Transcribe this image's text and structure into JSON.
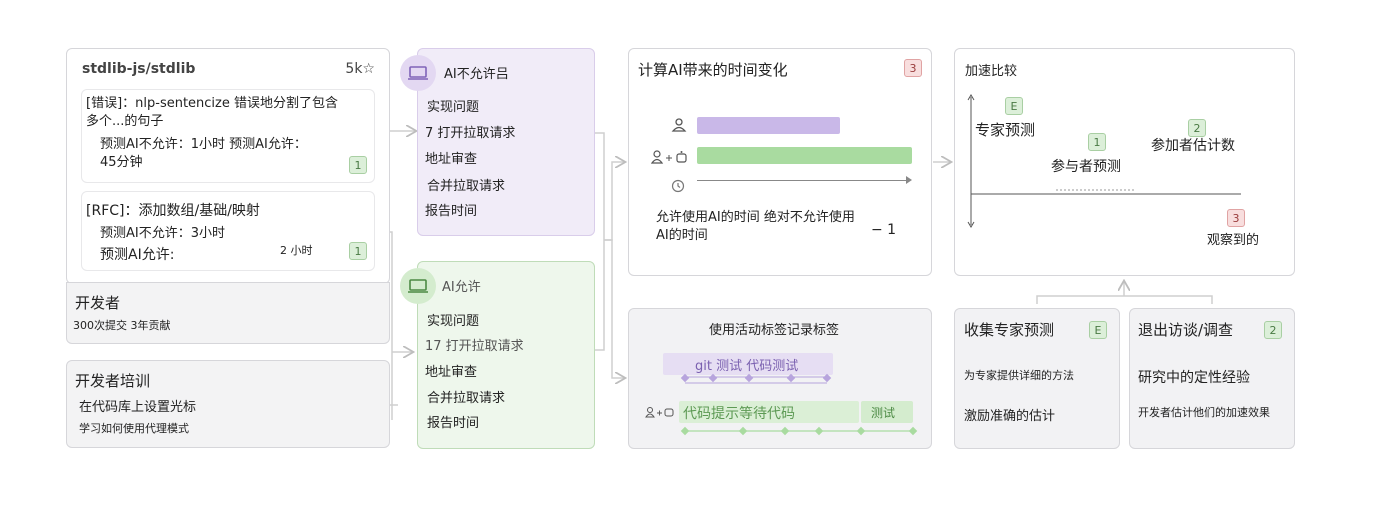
{
  "repo": {
    "name": "stdlib-js/stdlib",
    "stars": "5k☆",
    "issue1": {
      "title": "[错误]：nlp-sentencize 错误地分割了包含多个...的句子",
      "est": "预测AI不允许：1小时 预测AI允许：45分钟",
      "badge": "1"
    },
    "issue2": {
      "title": "[RFC]：添加数组/基础/映射",
      "est_no_ai": "预测AI不允许：3小时",
      "est_ai_label": "预测AI允许:",
      "est_ai_value": "2 小时",
      "badge": "1"
    }
  },
  "developer": {
    "title": "开发者",
    "stats": "300次提交 3年贡献"
  },
  "training": {
    "title": "开发者培训",
    "line1": "在代码库上设置光标",
    "line2": "学习如何使用代理模式"
  },
  "ai_disallowed": {
    "title": "AI不允许吕",
    "steps": [
      "实现问题",
      "7 打开拉取请求",
      "地址审查",
      "合并拉取请求",
      "报告时间"
    ]
  },
  "ai_allowed": {
    "title": "AI允许",
    "steps": [
      "实现问题",
      "17 打开拉取请求",
      "地址审查",
      "合并拉取请求",
      "报告时间"
    ]
  },
  "time_change": {
    "title": "计算AI带来的时间变化",
    "badge": "3",
    "caption": "允许使用AI的时间 绝对不允许使用AI的时间",
    "minus": "− 1",
    "icons": [
      "person-icon",
      "person-ai-icon",
      "clock-icon"
    ],
    "colors": {
      "no_ai_bar": "#c9b8e8",
      "ai_bar": "#a9dba0"
    }
  },
  "speedup": {
    "title": "加速比较",
    "expert_badge": "E",
    "expert_label": "专家预测",
    "participant_badge": "1",
    "participant_label": "参与者预测",
    "participant_est_badge": "2",
    "participant_est_label": "参加者估计数",
    "observed_badge": "3",
    "observed_label": "观察到的"
  },
  "activity": {
    "title": "使用活动标签记录标签",
    "row1": "git 测试 代码测试",
    "row2": "代码提示等待代码",
    "row2_tag": "测试"
  },
  "expert": {
    "title": "收集专家预测",
    "badge": "E",
    "line1": "为专家提供详细的方法",
    "line2": "激励准确的估计"
  },
  "exit": {
    "title": "退出访谈/调查",
    "badge": "2",
    "line1": "研究中的定性经验",
    "line2": "开发者估计他们的加速效果"
  }
}
